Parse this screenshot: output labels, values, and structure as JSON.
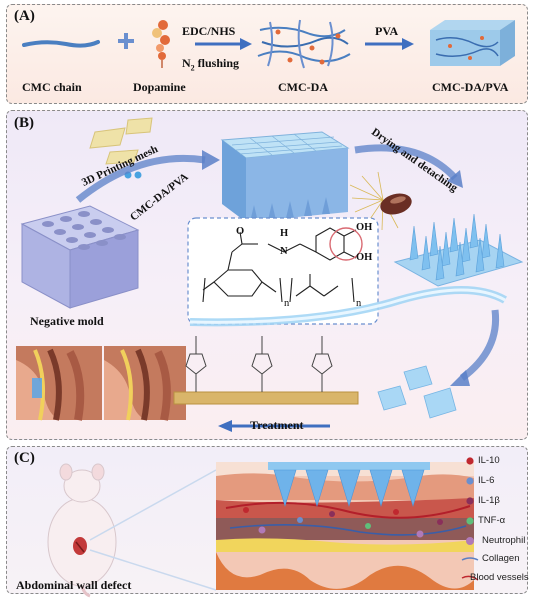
{
  "panel_a": {
    "tag": "(A)",
    "cmc_chain": "CMC chain",
    "dopamine": "Dopamine",
    "reagent": "EDC/NHS",
    "flushing_n": "N",
    "flushing_sub": "2",
    "flushing_rest": " flushing",
    "cmc_da": "CMC-DA",
    "pva": "PVA",
    "cmc_da_pva": "CMC-DA/PVA"
  },
  "panel_b": {
    "tag": "(B)",
    "printing_mesh": "3D Printing mesh",
    "cmc_da_pva": "CMC-DA/PVA",
    "drying": "Drying and detaching",
    "negative_mold": "Negative mold",
    "treatment": "Treatment",
    "chem_o": "O",
    "chem_h": "H",
    "chem_n": "N",
    "chem_oh1": "OH",
    "chem_oh2": "OH",
    "chem_n_sub1": "n",
    "chem_n_sub2": "n"
  },
  "panel_c": {
    "tag": "(C)",
    "abdominal": "Abdominal wall defect",
    "legend": [
      {
        "label": "IL-10",
        "color": "#c0282f"
      },
      {
        "label": "IL-6",
        "color": "#6a8fcf"
      },
      {
        "label": "IL-1β",
        "color": "#8a2f5a"
      },
      {
        "label": "TNF-α",
        "color": "#5fbf7a"
      },
      {
        "label": "Neutrophil",
        "color": "#b07ab8"
      },
      {
        "label": "Collagen",
        "color": "#5b7fc4"
      },
      {
        "label": "Blood vessels",
        "color": "#c0282f"
      }
    ]
  }
}
